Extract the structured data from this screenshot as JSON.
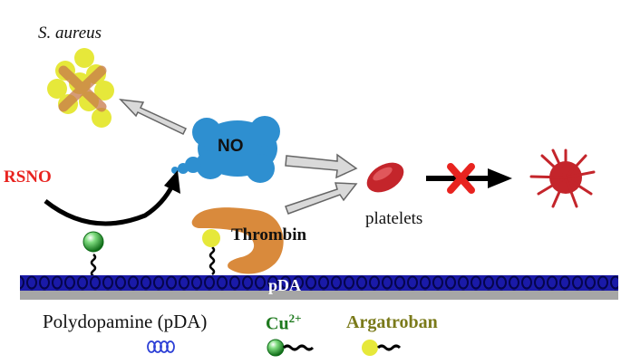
{
  "labels": {
    "s_aureus": "S. aureus",
    "rsno": "RSNO",
    "no": "NO",
    "thrombin": "Thrombin",
    "platelets": "platelets",
    "pda": "pDA",
    "legend_pda": "Polydopamine (pDA)",
    "cu_base": "Cu",
    "cu_sup": "2+",
    "argatroban": "Argatroban"
  },
  "colors": {
    "rsno": "#e8231f",
    "no_cloud": "#2e8fd0",
    "thrombin": "#d98a3c",
    "bacteria": "#e6e83a",
    "platelet": "#c4252b",
    "cross": "#e8231f",
    "pda_band": "#1a1aa8",
    "cu_label": "#1f7a1f",
    "argatroban_label": "#7a7a1a"
  },
  "icons": [
    "bacteria-cluster-icon",
    "cross-icon",
    "no-cloud-icon",
    "thrombin-icon",
    "platelet-icon",
    "activated-platelet-icon",
    "copper-sphere-icon",
    "argatroban-sphere-icon",
    "coil-icon"
  ]
}
